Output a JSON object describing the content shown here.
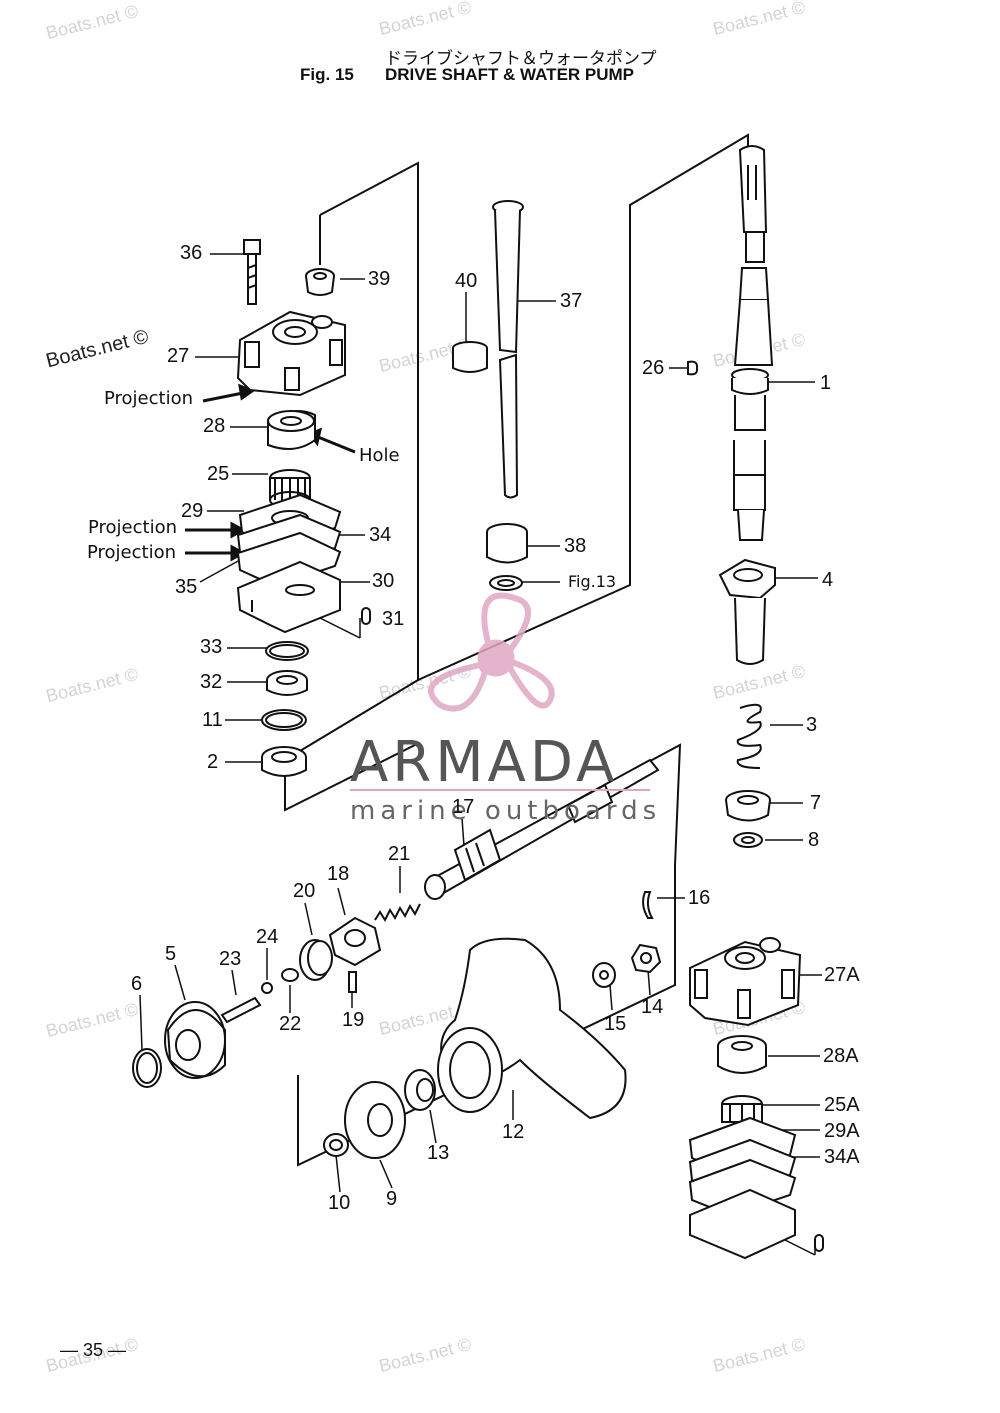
{
  "header": {
    "title_jp": "ドライブシャフト＆ウォータポンプ",
    "fig_label": "Fig. 15",
    "title_en": "DRIVE SHAFT & WATER PUMP"
  },
  "parts": {
    "p36": "36",
    "p39": "39",
    "p27": "27",
    "p40": "40",
    "p37": "37",
    "p26": "26",
    "p1": "1",
    "p28": "28",
    "p25": "25",
    "p29": "29",
    "p34": "34",
    "p35": "35",
    "p30": "30",
    "p31": "31",
    "p38": "38",
    "p4": "4",
    "p33": "33",
    "p32": "32",
    "p11": "11",
    "p2": "2",
    "p3": "3",
    "p7": "7",
    "p8": "8",
    "p17": "17",
    "p21": "21",
    "p18": "18",
    "p20": "20",
    "p16": "16",
    "p24": "24",
    "p5": "5",
    "p23": "23",
    "p6": "6",
    "p22": "22",
    "p19": "19",
    "p15": "15",
    "p14": "14",
    "p27A": "27A",
    "p28A": "28A",
    "p12": "12",
    "p13": "13",
    "p9": "9",
    "p10": "10",
    "p25A": "25A",
    "p29A": "29A",
    "p34A": "34A"
  },
  "annotations": {
    "projection": "Projection",
    "hole": "Hole",
    "fig13": "Fig.13"
  },
  "watermark": {
    "text": "Boats.net ©"
  },
  "brand": {
    "name": "ARMADA",
    "tagline": "marine outboards",
    "accent": "#e0a6c4"
  },
  "page_number": "— 35 —"
}
